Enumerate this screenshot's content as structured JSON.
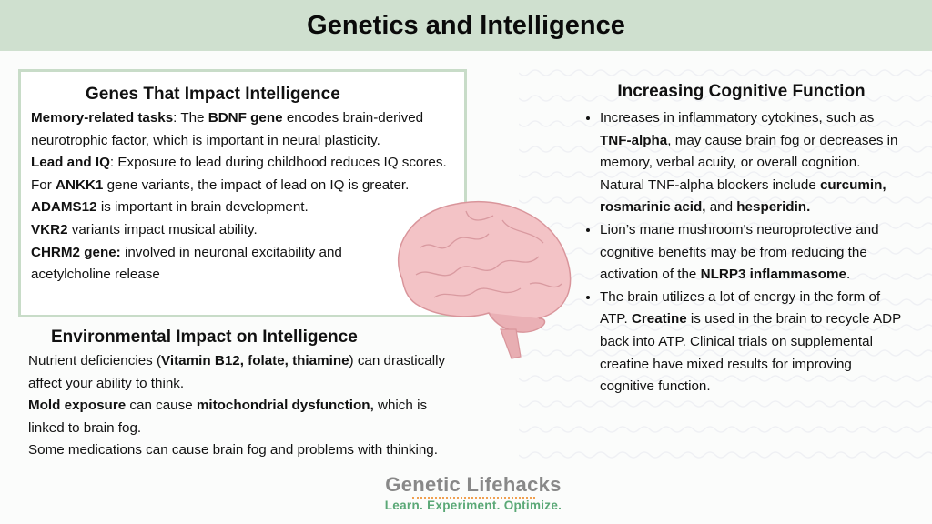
{
  "title": "Genetics and Intelligence",
  "colors": {
    "header_bg": "#cfe0cf",
    "box_border": "#c8dcc8",
    "brain": "#f1b9bd",
    "logo_gray": "#888888",
    "logo_green": "#5aa876",
    "logo_dots": "#f0a050"
  },
  "genes": {
    "heading": "Genes That Impact Intelligence",
    "paras": [
      [
        {
          "t": "Memory-related tasks",
          "b": true
        },
        {
          "t": ": The "
        },
        {
          "t": "BDNF gene",
          "b": true
        },
        {
          "t": " encodes brain-derived neurotrophic factor, which is important in neural plasticity."
        }
      ],
      [
        {
          "t": "Lead and IQ",
          "b": true
        },
        {
          "t": ": Exposure to lead during childhood reduces IQ scores. For "
        },
        {
          "t": "ANKK1",
          "b": true
        },
        {
          "t": " gene variants, the impact of lead on IQ is greater."
        }
      ],
      [
        {
          "t": "ADAMS12",
          "b": true
        },
        {
          "t": " is important in brain development."
        }
      ],
      [
        {
          "t": "VKR2",
          "b": true
        },
        {
          "t": " variants impact musical ability."
        }
      ],
      [
        {
          "t": "CHRM2 gene:",
          "b": true
        },
        {
          "t": " involved in neuronal excitability and acetylcholine release"
        }
      ]
    ]
  },
  "env": {
    "heading": "Environmental Impact on Intelligence",
    "paras": [
      [
        {
          "t": "Nutrient deficiencies ("
        },
        {
          "t": "Vitamin B12, folate, thiamine",
          "b": true
        },
        {
          "t": ") can drastically affect your ability to think."
        }
      ],
      [
        {
          "t": "Mold exposure",
          "b": true
        },
        {
          "t": " can cause "
        },
        {
          "t": "mitochondrial dysfunction,",
          "b": true
        },
        {
          "t": " which is linked to brain fog."
        }
      ],
      [
        {
          "t": "Some medications can cause brain fog and problems with thinking."
        }
      ]
    ]
  },
  "cog": {
    "heading": "Increasing Cognitive Function",
    "bullets": [
      [
        {
          "t": "Increases in inflammatory cytokines, such as "
        },
        {
          "t": "TNF-alpha",
          "b": true
        },
        {
          "t": ", may cause brain fog or decreases in memory, verbal acuity, or overall cognition. Natural TNF-alpha blockers include "
        },
        {
          "t": "curcumin, rosmarinic acid,",
          "b": true
        },
        {
          "t": " and "
        },
        {
          "t": "hesperidin.",
          "b": true
        }
      ],
      [
        {
          "t": "Lion’s mane mushroom's neuroprotective and cognitive benefits may be from reducing the activation of the "
        },
        {
          "t": "NLRP3 inflammasome",
          "b": true
        },
        {
          "t": "."
        }
      ],
      [
        {
          "t": "The brain utilizes a lot of energy in the form of ATP. "
        },
        {
          "t": "Creatine",
          "b": true
        },
        {
          "t": " is used in the brain to recycle ADP back into ATP. Clinical trials on supplemental creatine have mixed results for improving cognitive function."
        }
      ]
    ]
  },
  "logo": {
    "name": "Genetic Lifehacks",
    "tagline": "Learn. Experiment. Optimize."
  }
}
